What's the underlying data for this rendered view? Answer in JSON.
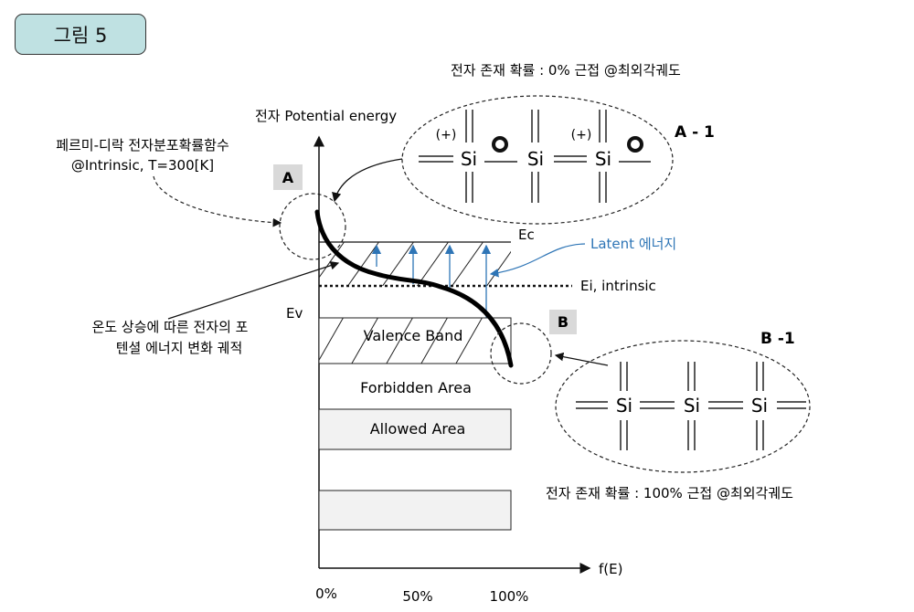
{
  "figure_label": "그림 5",
  "texts": {
    "top_caption": "전자 존재 확률 : 0% 근접 @최외각궤도",
    "y_axis_label": "전자 Potential energy",
    "fermi_line1": "페르미-디락 전자분포확률함수",
    "fermi_line2": "@Intrinsic, T=300[K]",
    "point_a": "A",
    "point_b": "B",
    "label_a1": "A - 1",
    "label_b1": "B -1",
    "ec": "Ec",
    "ev": "Ev",
    "latent": "Latent 에너지",
    "ei": "Ei, intrinsic",
    "temp_line1": "온도 상승에 따른 전자의 포",
    "temp_line2": "텐셜 에너지 변화 궤적",
    "valence_band": "Valence Band",
    "forbidden_area": "Forbidden Area",
    "allowed_area": "Allowed Area",
    "x_axis_label": "f(E)",
    "bottom_caption": "전자 존재 확률 : 100% 근접 @최외각궤도",
    "tick_0": "0%",
    "tick_50": "50%",
    "tick_100": "100%",
    "si": "Si",
    "hole": "(+)"
  },
  "colors": {
    "badge_bg": "#bfe1e2",
    "latent_blue": "#2e75b6",
    "label_box": "#d9d9d9",
    "allowed_fill": "#f2f2f2"
  }
}
